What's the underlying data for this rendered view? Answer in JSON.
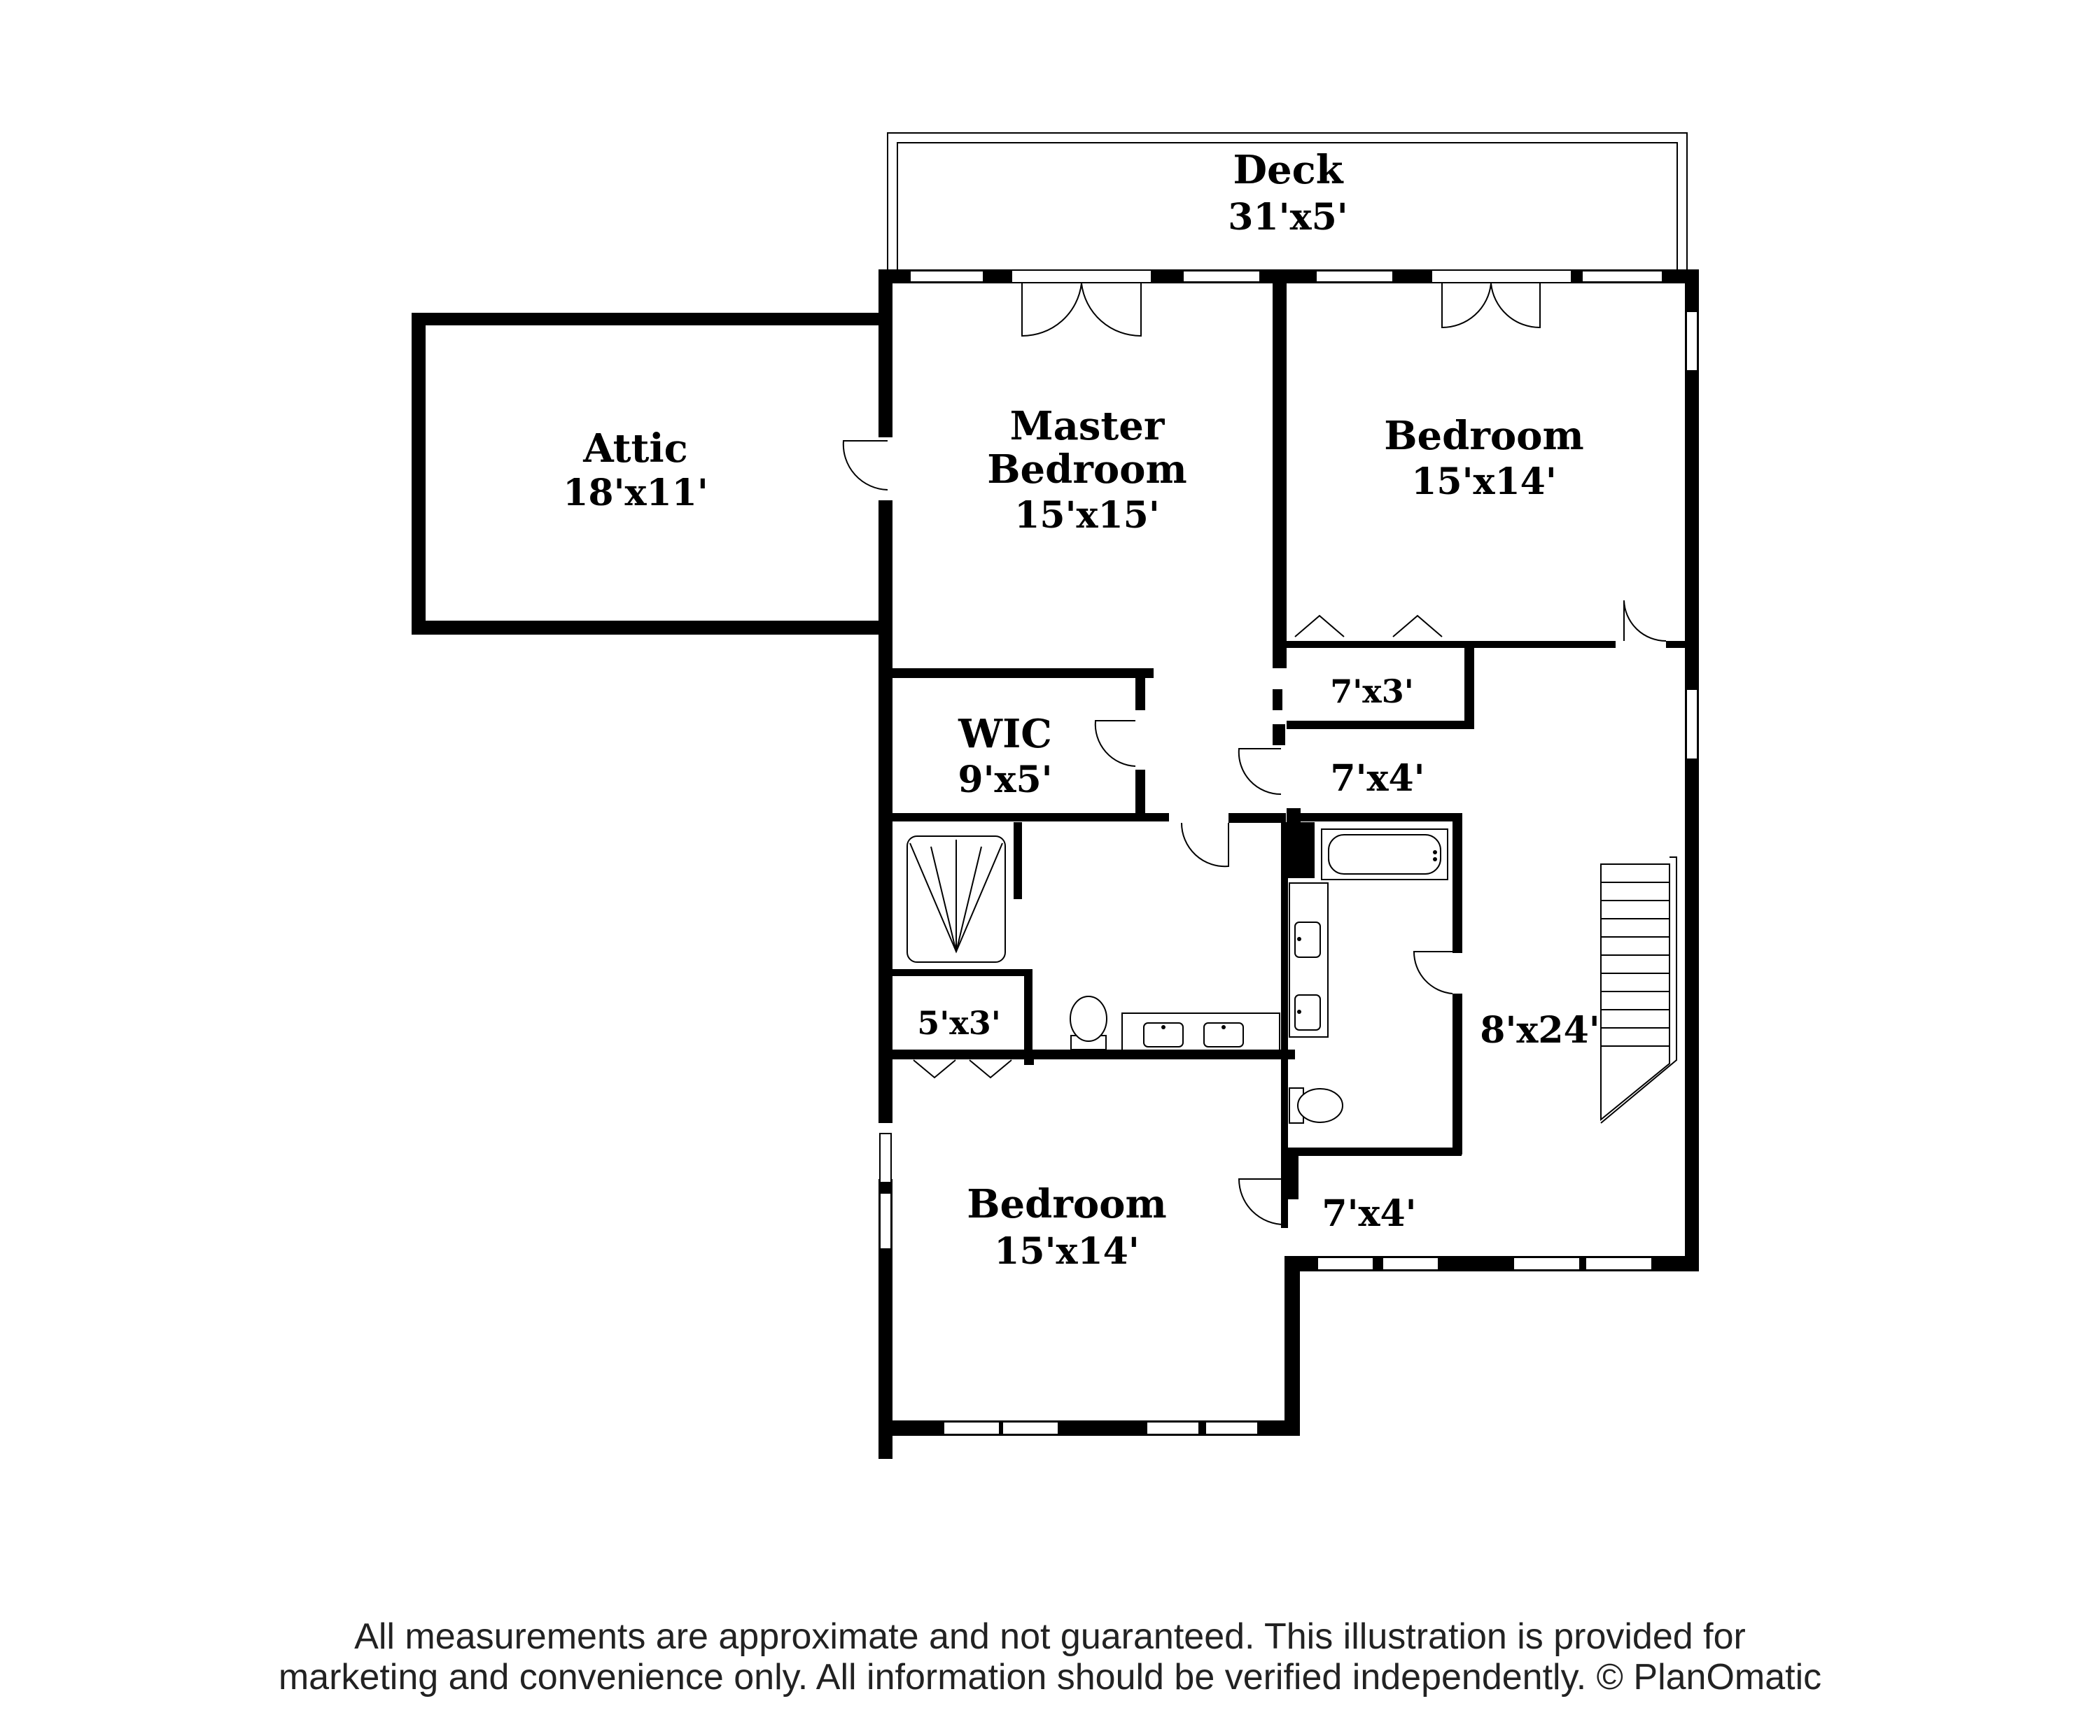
{
  "rooms": {
    "deck": {
      "name": "Deck",
      "dims": "31'x5'"
    },
    "attic": {
      "name": "Attic",
      "dims": "18'x11'"
    },
    "master": {
      "name_line1": "Master",
      "name_line2": "Bedroom",
      "dims": "15'x15'"
    },
    "bedroom_ne": {
      "name": "Bedroom",
      "dims": "15'x14'"
    },
    "closet_ne": {
      "dims": "7'x3'"
    },
    "wic": {
      "name": "WIC",
      "dims": "9'x5'"
    },
    "hall_upper": {
      "dims": "7'x4'"
    },
    "closet_sw": {
      "dims": "5'x3'"
    },
    "hallway": {
      "dims": "8'x24'"
    },
    "bedroom_sw": {
      "name": "Bedroom",
      "dims": "15'x14'"
    },
    "hall_lower": {
      "dims": "7'x4'"
    }
  },
  "disclaimer": {
    "line1": "All measurements are approximate and not guaranteed. This illustration is provided for",
    "line2": "marketing and convenience only. All information should be verified independently. © PlanOmatic"
  }
}
